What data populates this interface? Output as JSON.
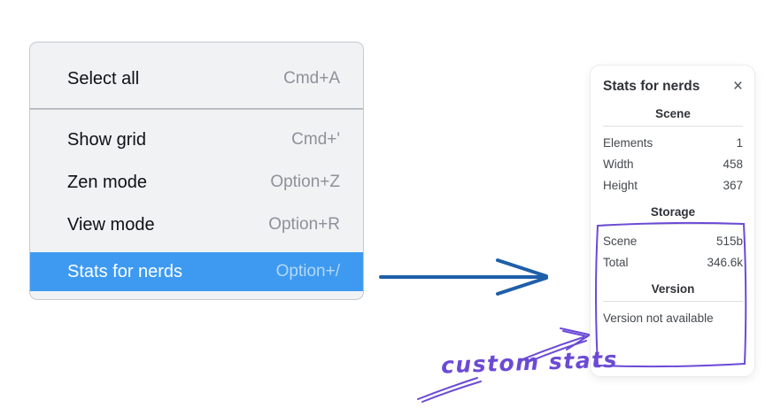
{
  "menu": {
    "sections": [
      {
        "items": [
          {
            "label": "Select all",
            "shortcut": "Cmd+A",
            "selected": false
          }
        ]
      },
      {
        "items": [
          {
            "label": "Show grid",
            "shortcut": "Cmd+'",
            "selected": false
          },
          {
            "label": "Zen mode",
            "shortcut": "Option+Z",
            "selected": false
          },
          {
            "label": "View mode",
            "shortcut": "Option+R",
            "selected": false
          },
          {
            "label": "Stats for nerds",
            "shortcut": "Option+/",
            "selected": true
          }
        ]
      }
    ]
  },
  "stats_panel": {
    "title": "Stats for nerds",
    "close_icon": "×",
    "sections": [
      {
        "heading": "Scene",
        "rows": [
          {
            "label": "Elements",
            "value": "1"
          },
          {
            "label": "Width",
            "value": "458"
          },
          {
            "label": "Height",
            "value": "367"
          }
        ]
      },
      {
        "heading": "Storage",
        "rows": [
          {
            "label": "Scene",
            "value": "515b"
          },
          {
            "label": "Total",
            "value": "346.6k"
          }
        ]
      },
      {
        "heading": "Version",
        "note": "Version not available"
      }
    ]
  },
  "annotation": {
    "label": "custom stats"
  },
  "colors": {
    "menu_highlight": "#3d9af0",
    "menu_background": "#f0f2f4",
    "arrow_blue": "#1e5fa9",
    "annotation_purple": "#6b4ad6"
  }
}
